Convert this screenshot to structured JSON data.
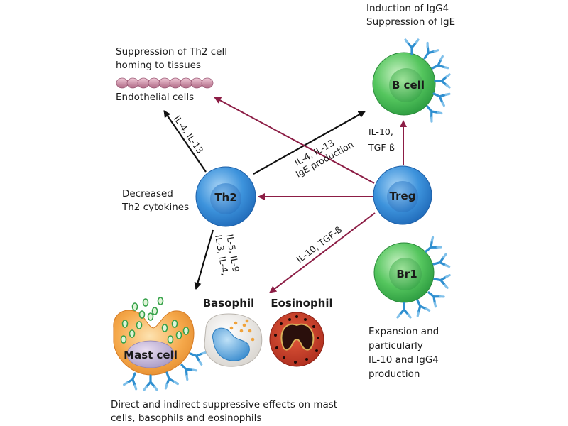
{
  "cells": {
    "th2": "Th2",
    "treg": "Treg",
    "bcell": "B cell",
    "br1": "Br1",
    "mast": "Mast cell",
    "basophil": "Basophil",
    "eosinophil": "Eosinophil"
  },
  "texts": {
    "igg4_line1": "Induction of IgG4",
    "igg4_line2": "Suppression of IgE",
    "homing_line1": "Suppression of Th2 cell",
    "homing_line2": "homing to tissues",
    "endothelial": "Endothelial cells",
    "decreased_line1": "Decreased",
    "decreased_line2": "Th2 cytokines",
    "br1_line1": "Expansion and",
    "br1_line2": "particularly",
    "br1_line3": "IL-10 and IgG4",
    "br1_line4": "production",
    "bottom_line1": "Direct and indirect suppressive effects on mast",
    "bottom_line2": "cells, basophils and eosinophils"
  },
  "arrow_labels": {
    "th2_endothelial": "IL-4, IL-13",
    "th2_bcell_line1": "IL-4, IL-13",
    "th2_bcell_line2": "IgE production",
    "treg_bcell_line1": "IL-10,",
    "treg_bcell_line2": "TGF-ß",
    "th2_mast_line1": "IL-3, IL-4,",
    "th2_mast_line2": "IL-5, IL-9",
    "treg_eos": "IL-10, TGF-ß"
  },
  "colors": {
    "black_arrow": "#111111",
    "treg_arrow": "#8c1d45",
    "blue_cell": "#2e86d6",
    "green_cell": "#3dbb55",
    "antibody": "#2f8fd0",
    "mast": "#f29a3a",
    "eosinophil": "#c0392b",
    "endothelial": "#c98a9e"
  }
}
